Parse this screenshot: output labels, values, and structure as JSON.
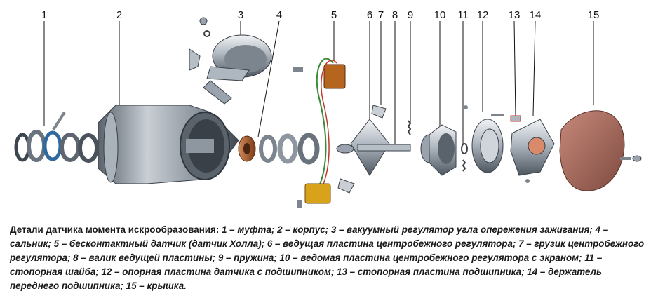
{
  "numbers": [
    "1",
    "2",
    "3",
    "4",
    "5",
    "6",
    "7",
    "8",
    "9",
    "10",
    "11",
    "12",
    "13",
    "14",
    "15"
  ],
  "caption": {
    "lead": "Детали датчика момента искрообразования:",
    "body": " 1 – муфта; 2 – корпус; 3 – вакуумный регулятор угла опережения зажигания; 4 – сальник; 5 – бесконтактный датчик (датчик Холла); 6 – ведущая пластина центробежного регулятора; 7 – грузик центробежного регулятора; 8 – валик ведущей пластины; 9 – пружина; 10 – ведомая пластина центробежного регулятора с экраном; 11 – стопорная шайба; 12 – опорная пластина датчика с подшипником; 13 – стопорная пластина подшипника; 14 – держатель переднего подшипника; 15 – крышка."
  },
  "colors": {
    "metal_light": "#dfe4ea",
    "metal_mid": "#9aa3ad",
    "metal_dark": "#4a525c",
    "seal": "#a0522d",
    "sensor": "#b5651d",
    "connector": "#d9a21b",
    "cover": "#a0675a",
    "wire_green": "#3a8a3a",
    "wire_red": "#c0392b"
  }
}
